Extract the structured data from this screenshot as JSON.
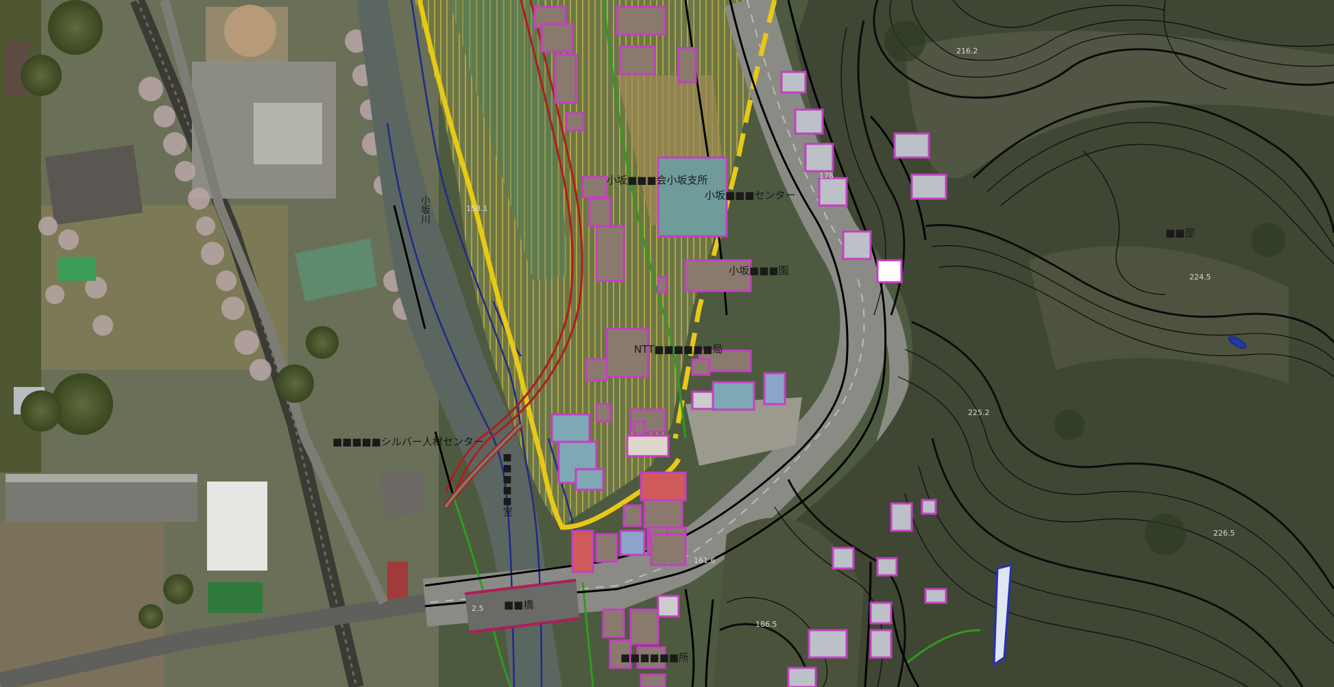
{
  "map": {
    "labels": {
      "river": "小坂川",
      "branch_office": "小坂■■■会小坂支所",
      "fire_center": "小坂■■■センター",
      "nursery": "小坂■■■園",
      "ntt": "NTT■■■■■■局",
      "silver_center": "■■■■■シルバー人材センター",
      "bridge": "■■橋",
      "lower_building": "■■■■■■所",
      "left_building": "■■■■■室",
      "district": "■■部"
    },
    "elevations": {
      "road_center": "161.6",
      "bridge_left": "2.5",
      "hill_low": "186.5",
      "hill_right": "224.5",
      "hill_mid": "225.2",
      "hill_far": "226.5",
      "top_right": "216.2",
      "top_mid": "178",
      "canal_mark": "158.1"
    },
    "colors": {
      "aerial_base": "#4d5a3f",
      "building_outline": "#c43fc2",
      "contour": "#0b0b0b",
      "boundary": "#e7c916",
      "river": "#1d2a8c",
      "road_red": "#b01c1c",
      "green_line": "#2f9b20"
    }
  }
}
